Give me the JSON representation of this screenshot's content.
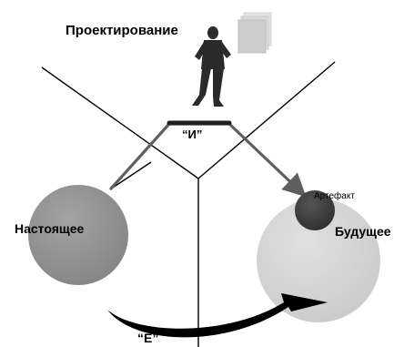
{
  "diagram": {
    "title": "Проектирование",
    "present_label": "Настоящее",
    "future_label": "Будущее",
    "artifact_label": "Артефакт",
    "and_label": "“И”",
    "either_label": "“E”"
  },
  "colors": {
    "present_circle": "#8f8f8f",
    "future_circle": "#d3d3d3",
    "artifact_circle": "#3c3c3c",
    "connector_line": "#5f5f5f",
    "frame_lines": "#000000",
    "arrow": "#000000",
    "documents": "#c8c8c8",
    "person": "#2a2a2a"
  },
  "icons": {
    "person": "person-figure-icon",
    "documents": "document-stack-icon"
  }
}
